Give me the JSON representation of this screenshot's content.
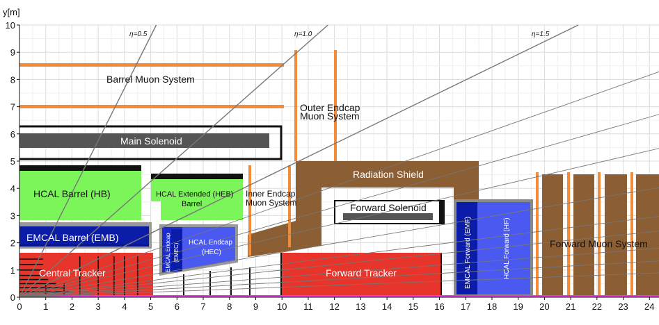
{
  "axes": {
    "y_title": "y[m]",
    "x_ticks": [
      "0",
      "1",
      "2",
      "3",
      "4",
      "5",
      "6",
      "7",
      "8",
      "9",
      "10",
      "11",
      "12",
      "13",
      "14",
      "15",
      "16",
      "17",
      "18",
      "19",
      "20",
      "21",
      "22",
      "23",
      "24"
    ],
    "y_ticks": [
      "0",
      "1",
      "2",
      "3",
      "4",
      "5",
      "6",
      "7",
      "8",
      "9",
      "10"
    ]
  },
  "eta_labels": {
    "eta05": "η=0.5",
    "eta10": "η=1.0",
    "eta15": "η=1.5"
  },
  "labels": {
    "barrel_muon": "Barrel Muon System",
    "outer_endcap_muon_1": "Outer Endcap",
    "outer_endcap_muon_2": "Muon System",
    "main_solenoid": "Main Solenoid",
    "radiation_shield": "Radiation Shield",
    "hcal_barrel": "HCAL Barrel (HB)",
    "hcal_extended_1": "HCAL Extended (HEB)",
    "hcal_extended_2": "Barrel",
    "inner_endcap_muon_1": "Inner Endcap",
    "inner_endcap_muon_2": "Muon System",
    "forward_solenoid": "Forward Solenoid",
    "emcal_barrel": "EMCAL Barrel (EMB)",
    "emcal_endcap_1": "EMCAL Endcap",
    "emcal_endcap_2": "(EMEC)",
    "hcal_endcap_1": "HCAL Endcap",
    "hcal_endcap_2": "(HEC)",
    "emcal_forward": "EMCAL Forward (EMF)",
    "hcal_forward": "HCAL Forward (HF)",
    "forward_muon": "Forward Muon System",
    "central_tracker": "Central Tracker",
    "forward_tracker": "Forward Tracker"
  },
  "colors": {
    "muon": "#f08c3a",
    "solenoid": "#555555",
    "shield": "#8b5e34",
    "hcal_barrel": "#7cf55a",
    "emcal_barrel": "#0a1ca8",
    "endcap_emec": "#1a2bd0",
    "endcap_hec": "#4a5af0",
    "tracker": "#e8352b",
    "beam": "#e040e0"
  }
}
